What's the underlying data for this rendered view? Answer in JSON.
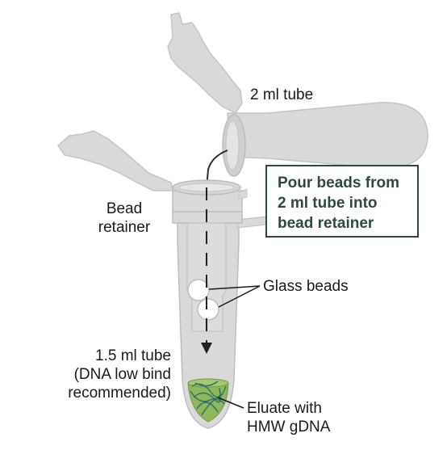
{
  "labels": {
    "tube_2ml": "2 ml tube",
    "bead_retainer": [
      "Bead",
      "retainer"
    ],
    "glass_beads": "Glass beads",
    "tube_15ml": [
      "1.5 ml tube",
      "(DNA low bind",
      "recommended)"
    ],
    "eluate": [
      "Eluate with",
      "HMW gDNA"
    ]
  },
  "callout": {
    "lines": [
      "Pour beads from",
      "2 ml tube into",
      "bead retainer"
    ]
  },
  "colors": {
    "tube_fill": "#d9d9d9",
    "tube_stroke": "#bdbdbd",
    "bead_fill": "#ffffff",
    "eluate_fill": "#8fb85b",
    "dna_strand": "#2c6e6e",
    "callout_border": "#2f4a3c",
    "callout_text": "#2e4a3b",
    "arrow": "#222222"
  }
}
